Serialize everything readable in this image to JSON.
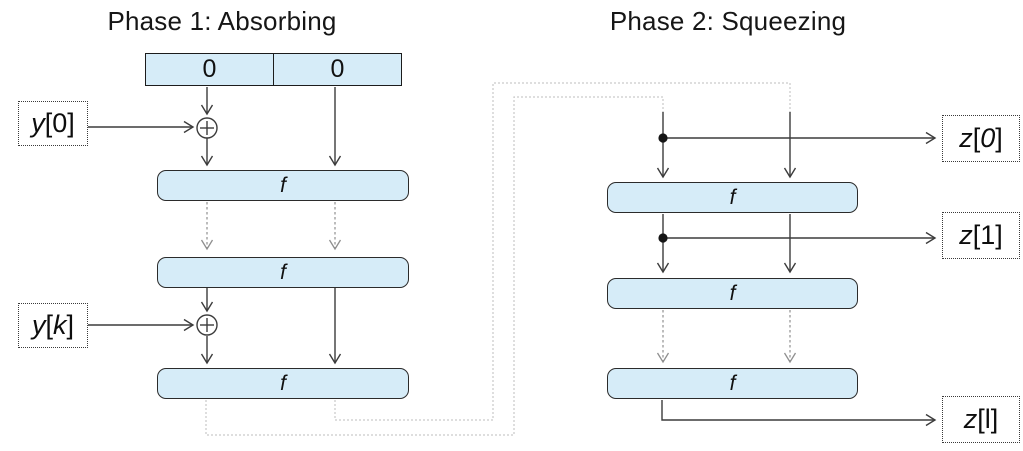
{
  "diagram": {
    "phase1_title": "Phase 1: Absorbing",
    "phase2_title": "Phase 2: Squeezing",
    "f_label": "f",
    "state_cells": [
      "0",
      "0"
    ],
    "colors": {
      "box_fill": "#d6ecf8",
      "box_border": "#2b2b2b",
      "wire": "#3c3c3c",
      "wire_dashed": "#8f8f8f",
      "wire_loop": "#c9c9c9"
    }
  },
  "io": {
    "y0": {
      "var": "y",
      "open": "[",
      "index": "0",
      "close": "]"
    },
    "yk": {
      "var": "y",
      "open": "[",
      "index": "k",
      "close": "]"
    },
    "z0": {
      "var": "z",
      "open": "[",
      "index": "0",
      "close": "]"
    },
    "z1": {
      "var": "z",
      "open": "[",
      "index": "1",
      "close": "]"
    },
    "zl": {
      "var": "z",
      "open": "[",
      "index": "l",
      "close": "]"
    }
  }
}
